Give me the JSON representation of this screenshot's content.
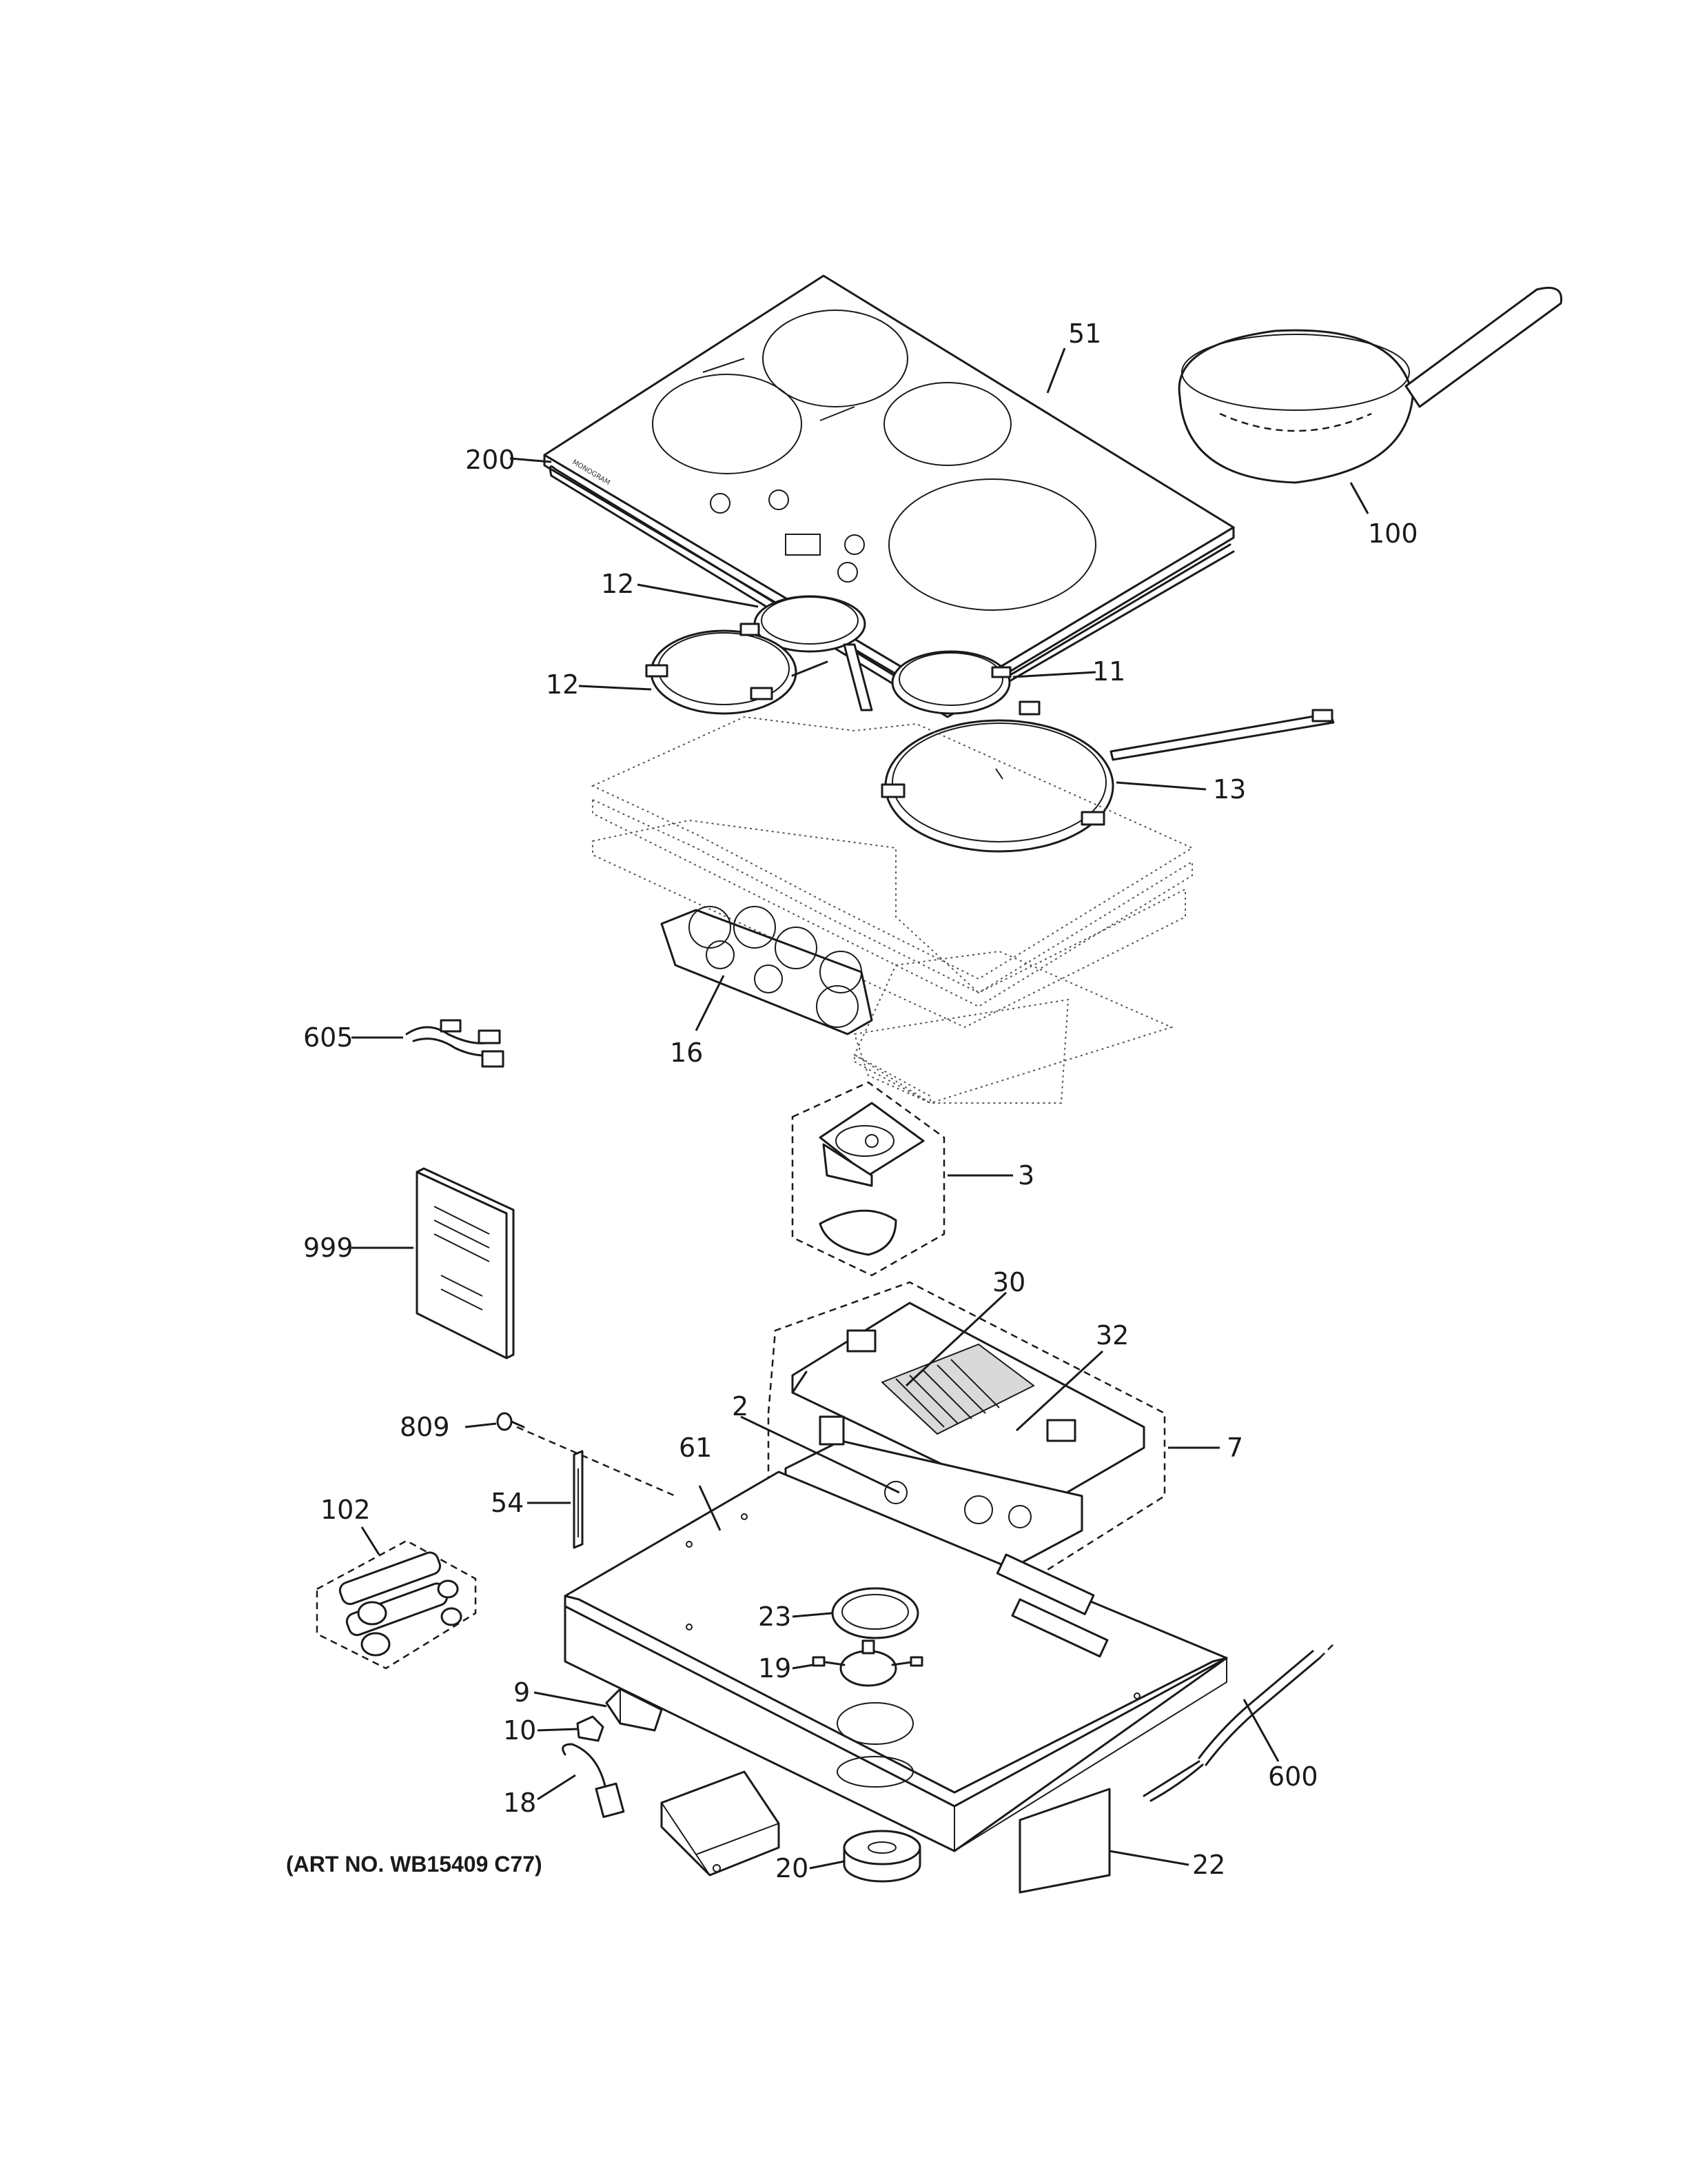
{
  "callouts": {
    "c51": "51",
    "c100": "100",
    "c200": "200",
    "c12a": "12",
    "c12b": "12",
    "c11": "11",
    "c13": "13",
    "c16": "16",
    "c605": "605",
    "c3": "3",
    "c999": "999",
    "c30": "30",
    "c32": "32",
    "c809": "809",
    "c2": "2",
    "c61": "61",
    "c7": "7",
    "c54": "54",
    "c102": "102",
    "c23": "23",
    "c19": "19",
    "c9": "9",
    "c10": "10",
    "c600": "600",
    "c18": "18",
    "c20": "20",
    "c22": "22"
  },
  "art_number": "(ART NO. WB15409 C77)",
  "cooktop_brand": "MONOGRAM"
}
